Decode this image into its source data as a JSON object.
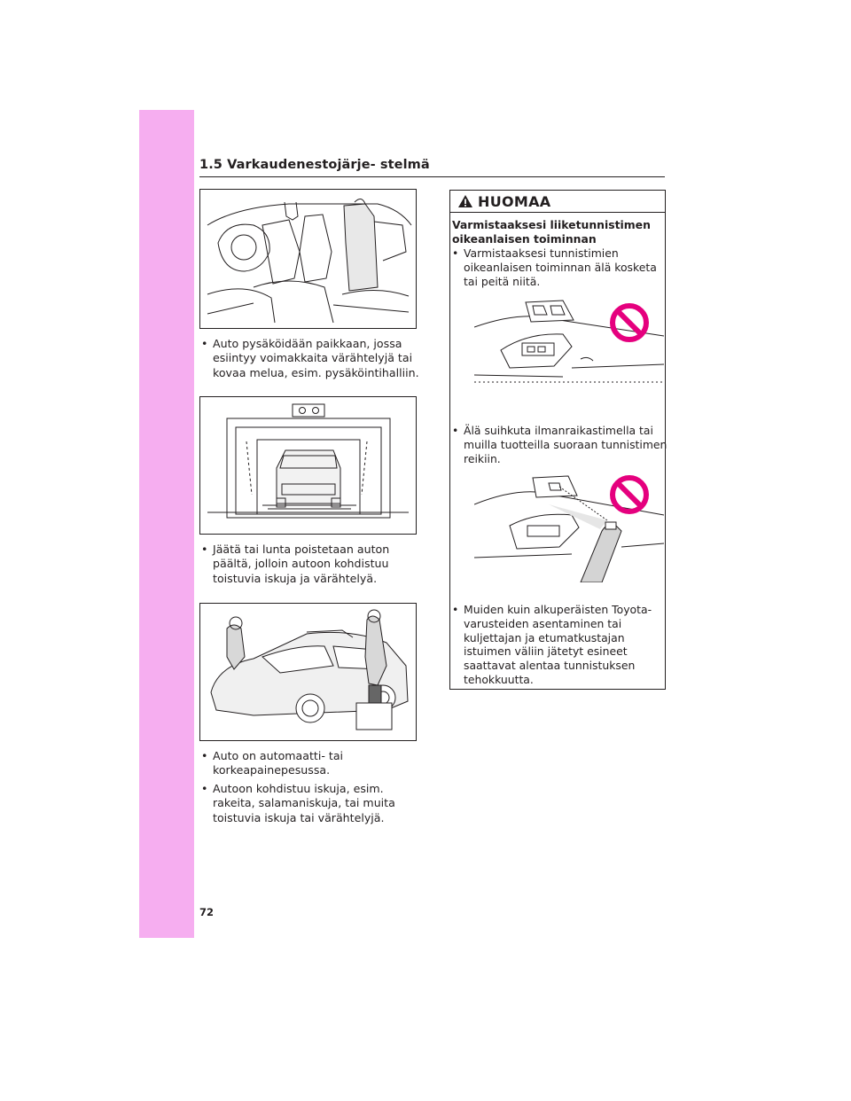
{
  "header": {
    "section_title": "1.5 Varkaudenestojärje- stelmä"
  },
  "left_column": {
    "bullets": [
      {
        "dot": "•",
        "text": "Auto pysäköidään paikkaan, jossa esiintyy voimakkaita värähtelyjä tai kovaa melua, esim. pysäköintihalliin."
      },
      {
        "dot": "•",
        "text": "Jäätä tai lunta poistetaan auton päältä, jolloin autoon kohdistuu toistuvia iskuja ja värähtelyä."
      },
      {
        "dot": "•",
        "text": "Auto on automaatti- tai korkeapainepesussa."
      },
      {
        "dot": "•",
        "text": "Autoon kohdistuu iskuja, esim. rakeita, salamaniskuja, tai muita toistuvia iskuja tai värähtelyjä."
      }
    ]
  },
  "notice": {
    "title": "HUOMAA",
    "icon": "warning-triangle-icon",
    "heading": "Varmistaaksesi liiketunnistimen oikeanlaisen toiminnan",
    "bullets": [
      {
        "dot": "•",
        "text": "Varmistaaksesi tunnistimien oikeanlaisen toiminnan älä kosketa tai peitä niitä."
      },
      {
        "dot": "•",
        "text": "Älä suihkuta ilmanraikastimella tai muilla tuotteilla suoraan tunnistimen reikiin."
      },
      {
        "dot": "•",
        "text": "Muiden kuin alkuperäisten Toyota-varusteiden asentaminen tai kuljettajan ja etumatkustajan istuimen väliin jätetyt esineet saattavat alentaa tunnistuksen tehokkuutta."
      }
    ],
    "prohibition_color": "#e5007e"
  },
  "footer": {
    "page_number": "72"
  },
  "colors": {
    "side_strip": "#f6aef0",
    "text": "#231f20"
  }
}
